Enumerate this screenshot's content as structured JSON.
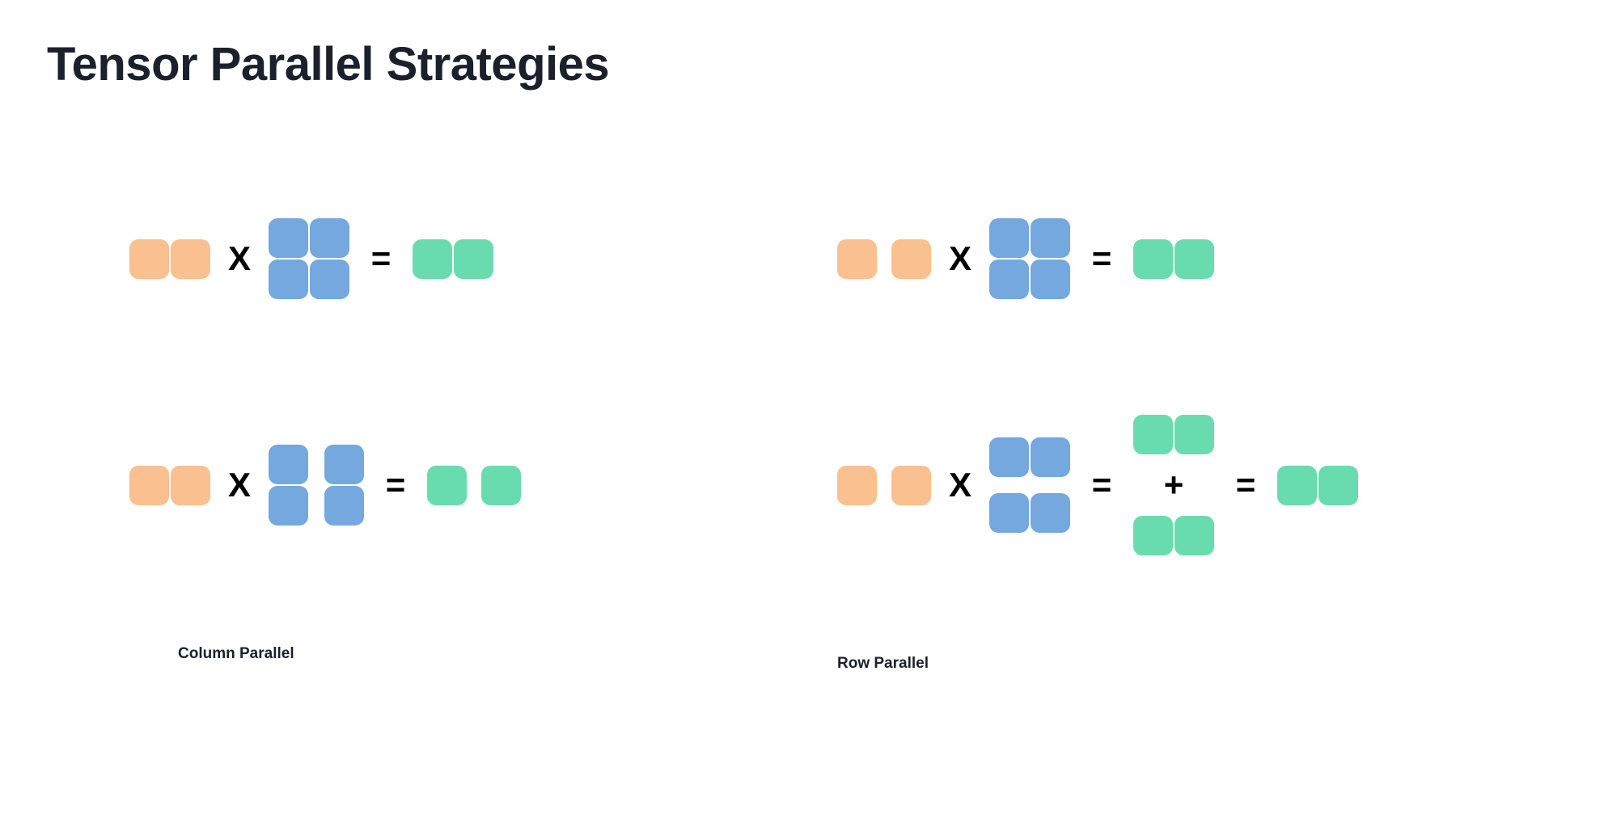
{
  "slide": {
    "title": "Tensor Parallel Strategies",
    "background_color": "#ffffff",
    "title_color": "#1a202c"
  },
  "colors": {
    "input_activation": "#fbc08f",
    "weight_matrix": "#74a8de",
    "output_activation": "#68dcae",
    "operator": "#000000"
  },
  "operators": {
    "multiply": "X",
    "equals": "=",
    "plus": "+"
  },
  "panels": [
    {
      "id": "column-parallel",
      "label": "Column Parallel",
      "rows": [
        {
          "id": "column-parallel-unsharded",
          "description": "full matmul before sharding",
          "input": {
            "type": "row-vector",
            "blocks": 2,
            "split": false,
            "color": "#fbc08f"
          },
          "weight": {
            "type": "matrix-2x2",
            "split": "none",
            "color": "#74a8de"
          },
          "output": {
            "type": "row-vector",
            "blocks": 2,
            "split": false,
            "color": "#68dcae"
          }
        },
        {
          "id": "column-parallel-sharded",
          "description": "weight sharded by columns, output sharded",
          "input": {
            "type": "row-vector",
            "blocks": 2,
            "split": false,
            "color": "#fbc08f"
          },
          "weight": {
            "type": "matrix-2x2",
            "split": "columns",
            "color": "#74a8de"
          },
          "output": {
            "type": "row-vector",
            "blocks": 2,
            "split": true,
            "color": "#68dcae"
          }
        }
      ]
    },
    {
      "id": "row-parallel",
      "label": "Row Parallel",
      "rows": [
        {
          "id": "row-parallel-unsharded",
          "description": "full matmul with sharded input",
          "input": {
            "type": "row-vector",
            "blocks": 2,
            "split": true,
            "color": "#fbc08f"
          },
          "weight": {
            "type": "matrix-2x2",
            "split": "none",
            "color": "#74a8de"
          },
          "output": {
            "type": "row-vector",
            "blocks": 2,
            "split": false,
            "color": "#68dcae"
          }
        },
        {
          "id": "row-parallel-sharded",
          "description": "weight sharded by rows, partial outputs summed via all-reduce",
          "input": {
            "type": "row-vector",
            "blocks": 2,
            "split": true,
            "color": "#fbc08f"
          },
          "weight": {
            "type": "matrix-2x2",
            "split": "rows",
            "color": "#74a8de"
          },
          "partials": [
            {
              "type": "row-vector",
              "blocks": 2,
              "split": false,
              "color": "#68dcae"
            },
            {
              "type": "row-vector",
              "blocks": 2,
              "split": false,
              "color": "#68dcae"
            }
          ],
          "output": {
            "type": "row-vector",
            "blocks": 2,
            "split": false,
            "color": "#68dcae"
          }
        }
      ]
    }
  ]
}
